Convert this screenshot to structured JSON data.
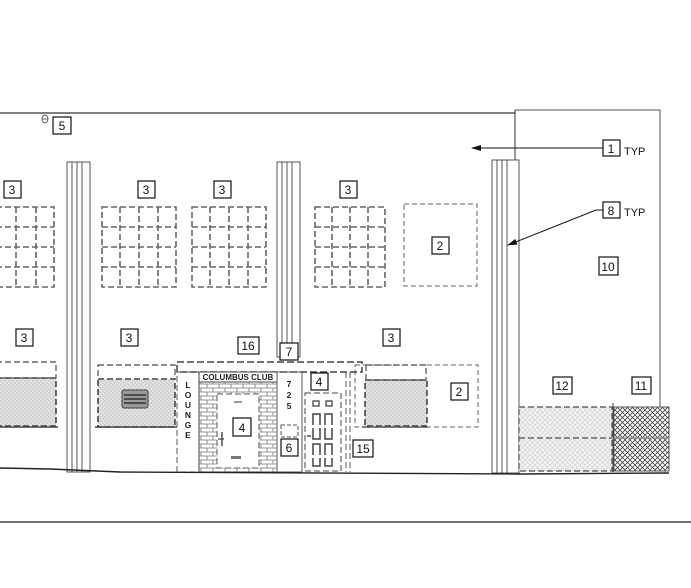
{
  "drawing": {
    "type": "building-elevation",
    "signage": {
      "club_name": "COLUMBUS CLUB",
      "lounge": [
        "L",
        "O",
        "U",
        "N",
        "G",
        "E"
      ],
      "address": [
        "7",
        "2",
        "5"
      ]
    },
    "callouts": {
      "c1": "1",
      "c1_note": "TYP",
      "c2a": "2",
      "c2b": "2",
      "c3a": "3",
      "c3b": "3",
      "c3c": "3",
      "c3d": "3",
      "c3e": "3",
      "c3f": "3",
      "c3g": "3",
      "c4a": "4",
      "c4b": "4",
      "c5": "5",
      "c6": "6",
      "c7": "7",
      "c8": "8",
      "c8_note": "TYP",
      "c10": "10",
      "c11": "11",
      "c12": "12",
      "c15": "15",
      "c16": "16"
    },
    "colors": {
      "line": "#333333",
      "dash": "#555555",
      "hatch_fill": "#d6d6d6",
      "fence_dark": "#444444"
    }
  }
}
